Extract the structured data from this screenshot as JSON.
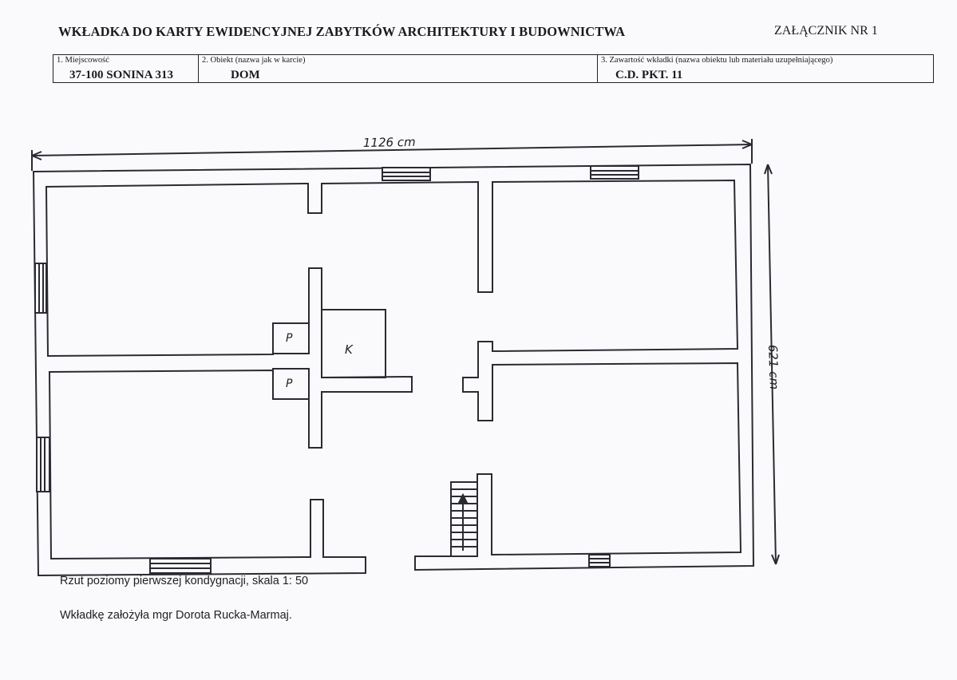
{
  "header": {
    "title": "WKŁADKA DO KARTY EWIDENCYJNEJ ZABYTKÓW ARCHITEKTURY I BUDOWNICTWA",
    "annex": "ZAŁĄCZNIK NR 1"
  },
  "info": {
    "locality_label": "1. Miejscowość",
    "locality_value": "37-100 SONINA 313",
    "object_label": "2. Obiekt (nazwa jak w karcie)",
    "object_value": "DOM",
    "contents_label": "3. Zawartość wkładki (nazwa obiektu lub materiału uzupełniającego)",
    "contents_value": "C.D. PKT.  11"
  },
  "plan": {
    "width_dimension": "1126 cm",
    "height_dimension": "621 cm",
    "label_k": "K",
    "label_p_top": "P",
    "label_p_bottom": "P"
  },
  "caption": "Rzut poziomy pierwszej kondygnacji, skala 1: 50",
  "author": "Wkładkę założyła mgr Dorota Rucka-Marmaj."
}
